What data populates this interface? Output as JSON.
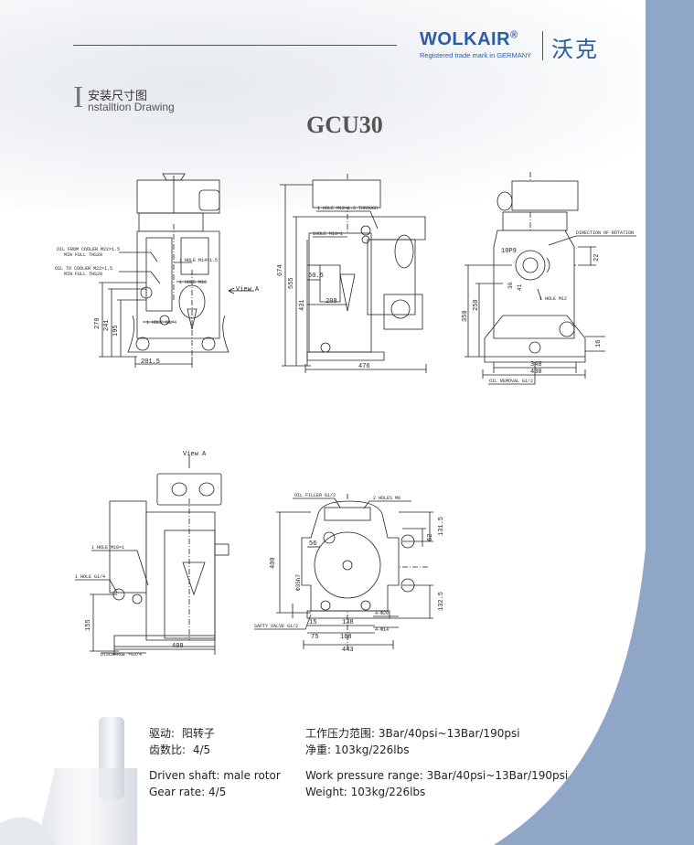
{
  "brand": {
    "name": "WOLKAIR",
    "reg": "®",
    "tagline": "Registered trade mark in GERMANY",
    "chinese": "沃克"
  },
  "section": {
    "initial": "I",
    "cn": "安装尺寸图",
    "en": "nstalltion Drawing"
  },
  "model": "GCU30",
  "drawings": {
    "view1": {
      "labels": [
        "OIL FROM COOLER M22×1.5",
        "MIN FULL THS20",
        "OIL TO COOLER M22×1.5",
        "MIN FULL THS20",
        "1 HOLE M14×1.5",
        "1 HOLE M10",
        "1 HOLE G1/4",
        "View A"
      ],
      "dims": [
        "270",
        "241",
        "195",
        "201.5"
      ]
    },
    "view2": {
      "labels": [
        "1 HOLE M12×1.5 THROUGH",
        "1HOLE M10×1"
      ],
      "dims": [
        "674",
        "555",
        "431",
        "60.5",
        "208",
        "476"
      ]
    },
    "view3": {
      "labels": [
        "DIRECTION OF ROTATION",
        "10P9",
        "1 HOLE M12",
        "OIL REMOVAL G1/2"
      ],
      "dims": [
        "22",
        "30",
        "41",
        "250",
        "350",
        "16",
        "340",
        "430"
      ]
    },
    "view4": {
      "labels": [
        "View A",
        "1 HOLE M10×1",
        "1 HOLE G1/4",
        "DISCHARGE ×G3/4"
      ],
      "dims": [
        "155",
        "408"
      ]
    },
    "view5": {
      "labels": [
        "OIL FILLER G1/2",
        "2 HOLES M8",
        "SAFTY VALVE G1/2",
        "4-Φ20",
        "4-Φ14",
        "Φ35h7"
      ],
      "dims": [
        "131.5",
        "62",
        "56",
        "400",
        "132.5",
        "15",
        "138",
        "75",
        "168",
        "443"
      ]
    }
  },
  "specs": {
    "drive_cn_label": "驱动:",
    "drive_cn_value": "阳转子",
    "gear_cn_label": "齿数比:",
    "gear_cn_value": "4/5",
    "pressure_cn_label": "工作压力范围:",
    "pressure_cn_value": "3Bar/40psi~13Bar/190psi",
    "weight_cn_label": "净重:",
    "weight_cn_value": "103kg/226lbs",
    "drive_en": "Driven shaft: male rotor",
    "gear_en": "Gear rate: 4/5",
    "pressure_en": "Work pressure range: 3Bar/40psi~13Bar/190psi",
    "weight_en": "Weight: 103kg/226lbs"
  },
  "colors": {
    "brand": "#2b5ca8",
    "band": "#8fa6c6",
    "line": "#222222"
  }
}
